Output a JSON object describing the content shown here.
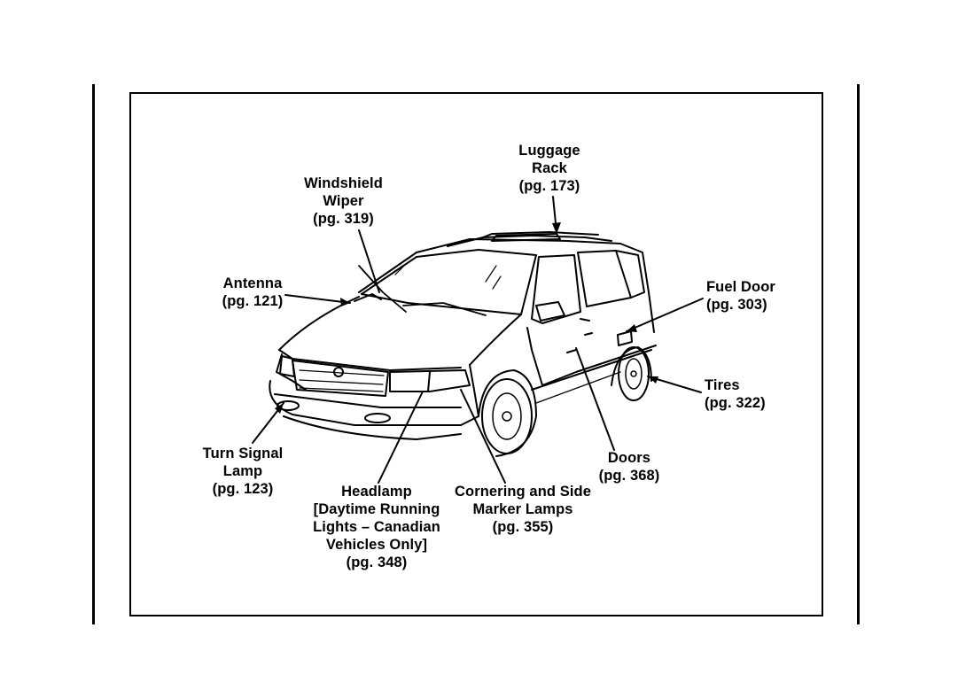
{
  "labels": {
    "luggage_rack": {
      "line1": "Luggage",
      "line2": "Rack",
      "page": "(pg. 173)"
    },
    "windshield_wiper": {
      "line1": "Windshield",
      "line2": "Wiper",
      "page": "(pg. 319)"
    },
    "antenna": {
      "line1": "Antenna",
      "page": "(pg. 121)"
    },
    "fuel_door": {
      "line1": "Fuel Door",
      "page": "(pg. 303)"
    },
    "tires": {
      "line1": "Tires",
      "page": "(pg. 322)"
    },
    "turn_signal_lamp": {
      "line1": "Turn Signal",
      "line2": "Lamp",
      "page": "(pg. 123)"
    },
    "headlamp": {
      "line1": "Headlamp",
      "line2": "[Daytime Running",
      "line3": "Lights – Canadian",
      "line4": "Vehicles Only]",
      "page": "(pg. 348)"
    },
    "cornering_lamps": {
      "line1": "Cornering and Side",
      "line2": "Marker Lamps",
      "page": "(pg. 355)"
    },
    "doors": {
      "line1": "Doors",
      "page": "(pg. 368)"
    }
  }
}
